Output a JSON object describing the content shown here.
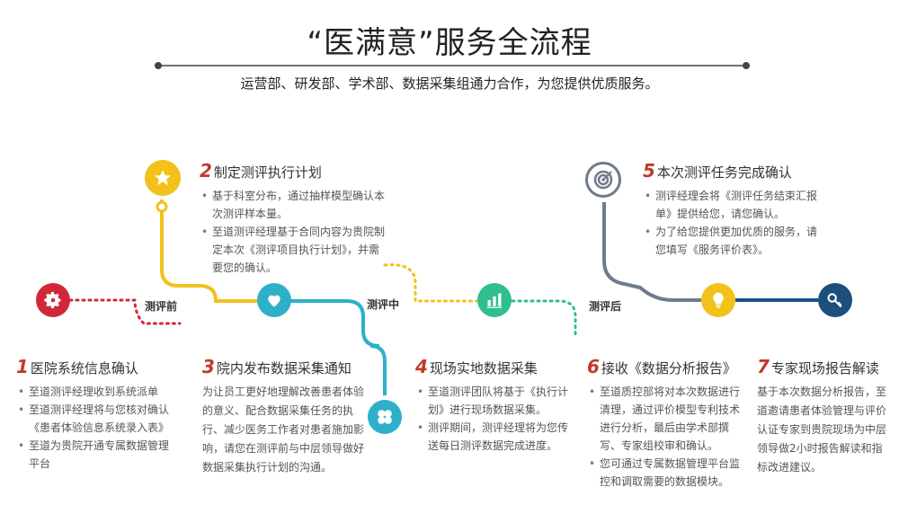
{
  "header": {
    "title": "“医满意”服务全流程",
    "subtitle": "运营部、研发部、学术部、数据采集组通力合作，为您提供优质服务。"
  },
  "stages": [
    {
      "label": "测评前"
    },
    {
      "label": "测评中"
    },
    {
      "label": "测评后"
    }
  ],
  "colors": {
    "red": "#d0283a",
    "yellow": "#f2c11a",
    "blue": "#2eb0c9",
    "green": "#2fbf8e",
    "slate": "#6e7b8b",
    "navy": "#1d4f7c",
    "number_red": "#c0392b"
  },
  "icons": {
    "step1": "gear-icon",
    "step2": "star-icon",
    "step3": "heart-icon",
    "step3b": "clover-icon",
    "step4": "bar-chart-icon",
    "step5": "target-icon",
    "step6": "lightbulb-icon",
    "step7": "key-icon"
  },
  "steps": [
    {
      "num": "1",
      "title": "医院系统信息确认",
      "items": [
        "至道测评经理收到系统派单",
        "至道测评经理将与您核对确认《患者体验信息系统录入表》",
        "至道为贵院开通专属数据管理平台"
      ]
    },
    {
      "num": "2",
      "title": "制定测评执行计划",
      "items": [
        "基于科室分布，通过抽样模型确认本次测评样本量。",
        "至道测评经理基于合同内容为贵院制定本次《测评项目执行计划》，并需要您的确认。"
      ]
    },
    {
      "num": "3",
      "title": "院内发布数据采集通知",
      "text": "为让员工更好地理解改善患者体验的意义、配合数据采集任务的执行、减少医务工作者对患者施加影响，请您在测评前与中层领导做好数据采集执行计划的沟通。"
    },
    {
      "num": "4",
      "title": "现场实地数据采集",
      "items": [
        "至道测评团队将基于《执行计划》进行现场数据采集。",
        "测评期间，测评经理将为您传送每日测评数据完成进度。"
      ]
    },
    {
      "num": "5",
      "title": "本次测评任务完成确认",
      "items": [
        "测评经理会将《测评任务结束汇报单》提供给您，请您确认。",
        "为了给您提供更加优质的服务，请您填写《服务评价表》。"
      ]
    },
    {
      "num": "6",
      "title": "接收《数据分析报告》",
      "items": [
        "至道质控部将对本次数据进行清理，通过评价模型专利技术进行分析，最后由学术部撰写、专家组校审和确认。",
        "您可通过专属数据管理平台监控和调取需要的数据模块。"
      ]
    },
    {
      "num": "7",
      "title": "专家现场报告解读",
      "text": "基于本次数据分析报告，至道邀请患者体验管理与评价认证专家到贵院现场为中层领导做2小时报告解读和指标改进建议。"
    }
  ]
}
